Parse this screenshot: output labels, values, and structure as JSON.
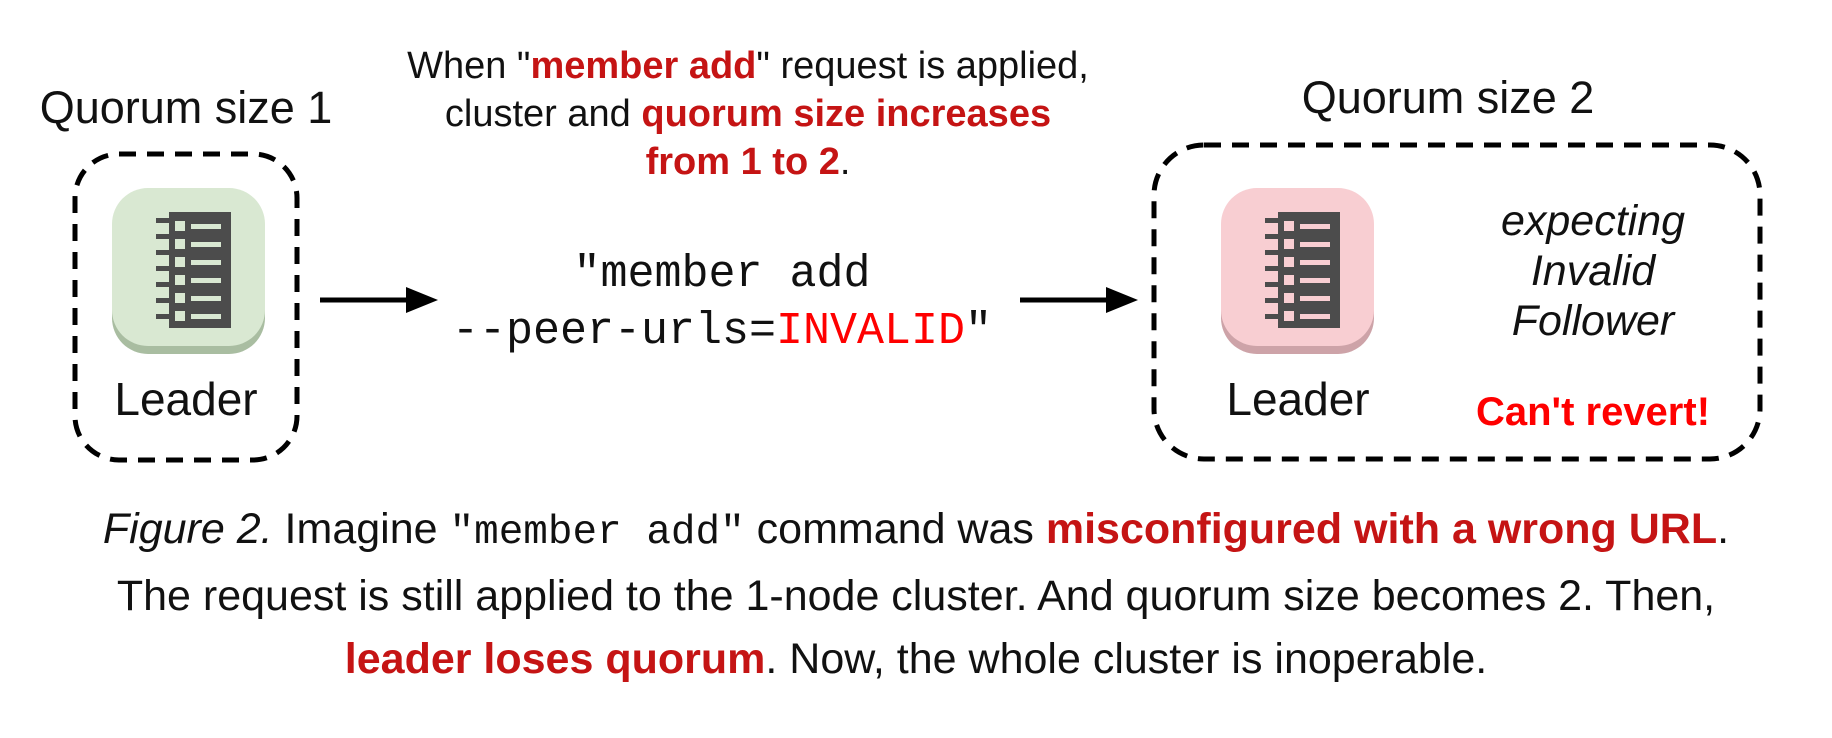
{
  "figure": {
    "left_cluster": {
      "title": "Quorum size 1",
      "node_label": "Leader"
    },
    "annotation": {
      "line1_pre": "When \"",
      "line1_red": "member add",
      "line1_post": "\" request is applied,",
      "line2_pre": "cluster and ",
      "line2_red": "quorum size increases",
      "line3_red": "from 1 to 2",
      "line3_post": "."
    },
    "command": {
      "line1": "\"member add",
      "line2_pre": "--peer-urls=",
      "line2_red": "INVALID",
      "line2_post": "\""
    },
    "right_cluster": {
      "title": "Quorum size 2",
      "node_label": "Leader",
      "expecting_lines": [
        "expecting",
        "Invalid",
        "Follower"
      ],
      "warning": "Can't revert!"
    },
    "caption": {
      "figure_label": "Figure 2.",
      "l1_pre": " Imagine ",
      "l1_code": "\"member add\"",
      "l1_mid": " command was ",
      "l1_red": "misconfigured with a wrong URL",
      "l1_end": ".",
      "line2": "The request is still applied to the 1-node cluster. And quorum size becomes 2. Then,",
      "l3_red": "leader loses quorum",
      "l3_end": ". Now, the whole cluster is inoperable."
    },
    "colors": {
      "red_bold_text": "#c51414",
      "bright_red_text": "#ff0000",
      "leader_ok_fill": "#d9e8d2",
      "leader_ok_shadow": "#a9bda1",
      "leader_bad_fill": "#f8ced2",
      "leader_bad_shadow": "#cda3a8",
      "server_gray": "#4c4c4c"
    }
  }
}
